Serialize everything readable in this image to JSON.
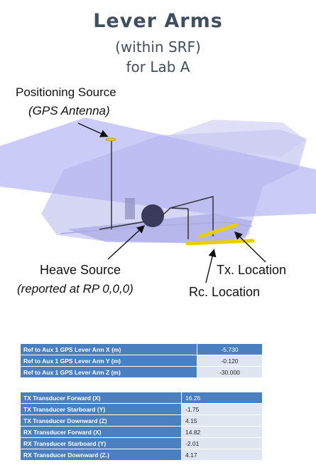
{
  "title": {
    "line1": "Lever Arms",
    "line2": "(within SRF)",
    "line3": "for Lab A"
  },
  "labels": {
    "positioning_source": "Positioning Source",
    "gps_antenna": "(GPS Antenna)",
    "heave_source": "Heave Source",
    "heave_reported": "(reported at RP 0,0,0)",
    "tx_location": "Tx. Location",
    "rc_location": "Rc. Location"
  },
  "colors": {
    "hull_translucent": "#8c8cf0",
    "heave_sphere": "#3a3a5c",
    "transducer": "#e8d000",
    "table_header": "#4a7fc1",
    "table_row": "#dfe6f2"
  },
  "gps_table": [
    {
      "label": "Ref to Aux 1 GPS Lever Arm X (m)",
      "value": "-5.730"
    },
    {
      "label": "Ref to Aux 1 GPS Lever Arm Y (m)",
      "value": "-0.120"
    },
    {
      "label": "Ref to Aux 1 GPS Lever Arm Z (m)",
      "value": "-30.000"
    }
  ],
  "transducer_table": [
    {
      "label": "TX Transducer Forward (X)",
      "value": "16.26"
    },
    {
      "label": "TX Transducer Starboard (Y)",
      "value": "-1.75"
    },
    {
      "label": "TX Transducer Downward (Z)",
      "value": "4.15"
    },
    {
      "label": "RX Transducer Forward (X)",
      "value": "14.82"
    },
    {
      "label": "RX Transducer Starboard (Y)",
      "value": "-2.01"
    },
    {
      "label": "RX Transducer Downward (Z.)",
      "value": "4.17"
    }
  ]
}
